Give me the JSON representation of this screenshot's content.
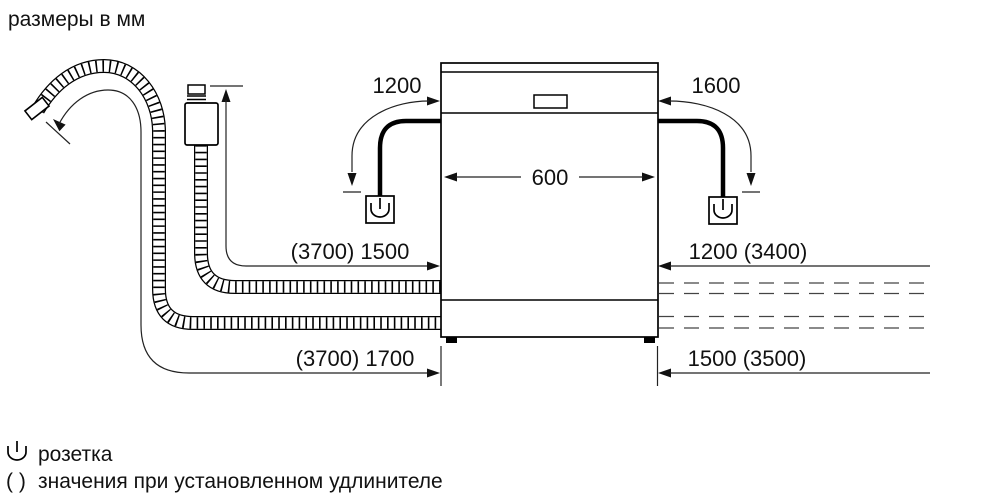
{
  "title": "размеры в мм",
  "colors": {
    "line": "#000000",
    "dimension_line": "#222222",
    "background": "#ffffff"
  },
  "dimensions": {
    "power_cord_left": "1200",
    "power_cord_right": "1600",
    "appliance_width": "600",
    "supply_hose_left": "(3700) 1500",
    "supply_hose_right": "1200 (3400)",
    "drain_hose_left": "(3700) 1700",
    "drain_hose_right": "1500 (3500)"
  },
  "legend": {
    "socket_label": "розетка",
    "parentheses_symbol": "( )",
    "parentheses_label": "значения при установленном удлинителе"
  }
}
